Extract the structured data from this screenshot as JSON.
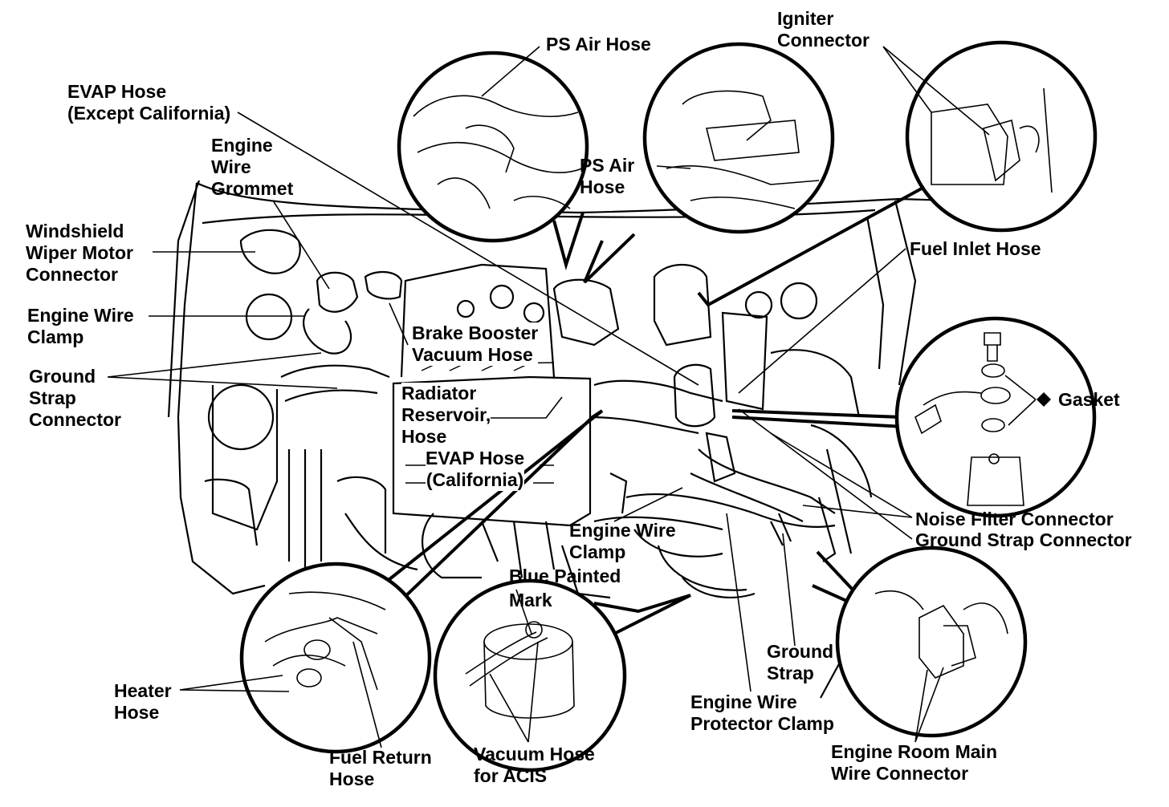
{
  "labels": {
    "ps_air_hose_top": "PS Air Hose",
    "igniter_1": "Igniter",
    "igniter_2": "Connector",
    "evap_exc_1": "EVAP Hose",
    "evap_exc_2": "(Except California)",
    "grommet_1": "Engine",
    "grommet_2": "Wire",
    "grommet_3": "Grommet",
    "ps_air_mid_1": "PS Air",
    "ps_air_mid_2": "Hose",
    "wiper_1": "Windshield",
    "wiper_2": "Wiper Motor",
    "wiper_3": "Connector",
    "fuel_inlet": "Fuel Inlet Hose",
    "clamp_left_1": "Engine Wire",
    "clamp_left_2": "Clamp",
    "brake_1": "Brake Booster",
    "brake_2": "Vacuum Hose",
    "gstrap_1": "Ground",
    "gstrap_2": "Strap",
    "gstrap_3": "Connector",
    "radiator_1": "Radiator",
    "radiator_2": "Reservoir",
    "radiator_3": "Hose",
    "gasket": "Gasket",
    "evap_ca_1": "EVAP Hose",
    "evap_ca_2": "(California)",
    "noise_filter": "Noise Filter Connector",
    "ground_strap_conn": "Ground Strap Connector",
    "clamp_center_1": "Engine Wire",
    "clamp_center_2": "Clamp",
    "blue_1": "Blue Painted",
    "blue_2": "Mark",
    "ground_strap_1": "Ground",
    "ground_strap_2": "Strap",
    "heater_1": "Heater",
    "heater_2": "Hose",
    "protector_1": "Engine Wire",
    "protector_2": "Protector Clamp",
    "fuel_return_1": "Fuel Return",
    "fuel_return_2": "Hose",
    "vacuum_acis_1": "Vacuum Hose",
    "vacuum_acis_2": "for ACIS",
    "main_wire_1": "Engine Room Main",
    "main_wire_2": "Wire Connector"
  },
  "colors": {
    "ink": "#000000",
    "paper": "#ffffff"
  }
}
